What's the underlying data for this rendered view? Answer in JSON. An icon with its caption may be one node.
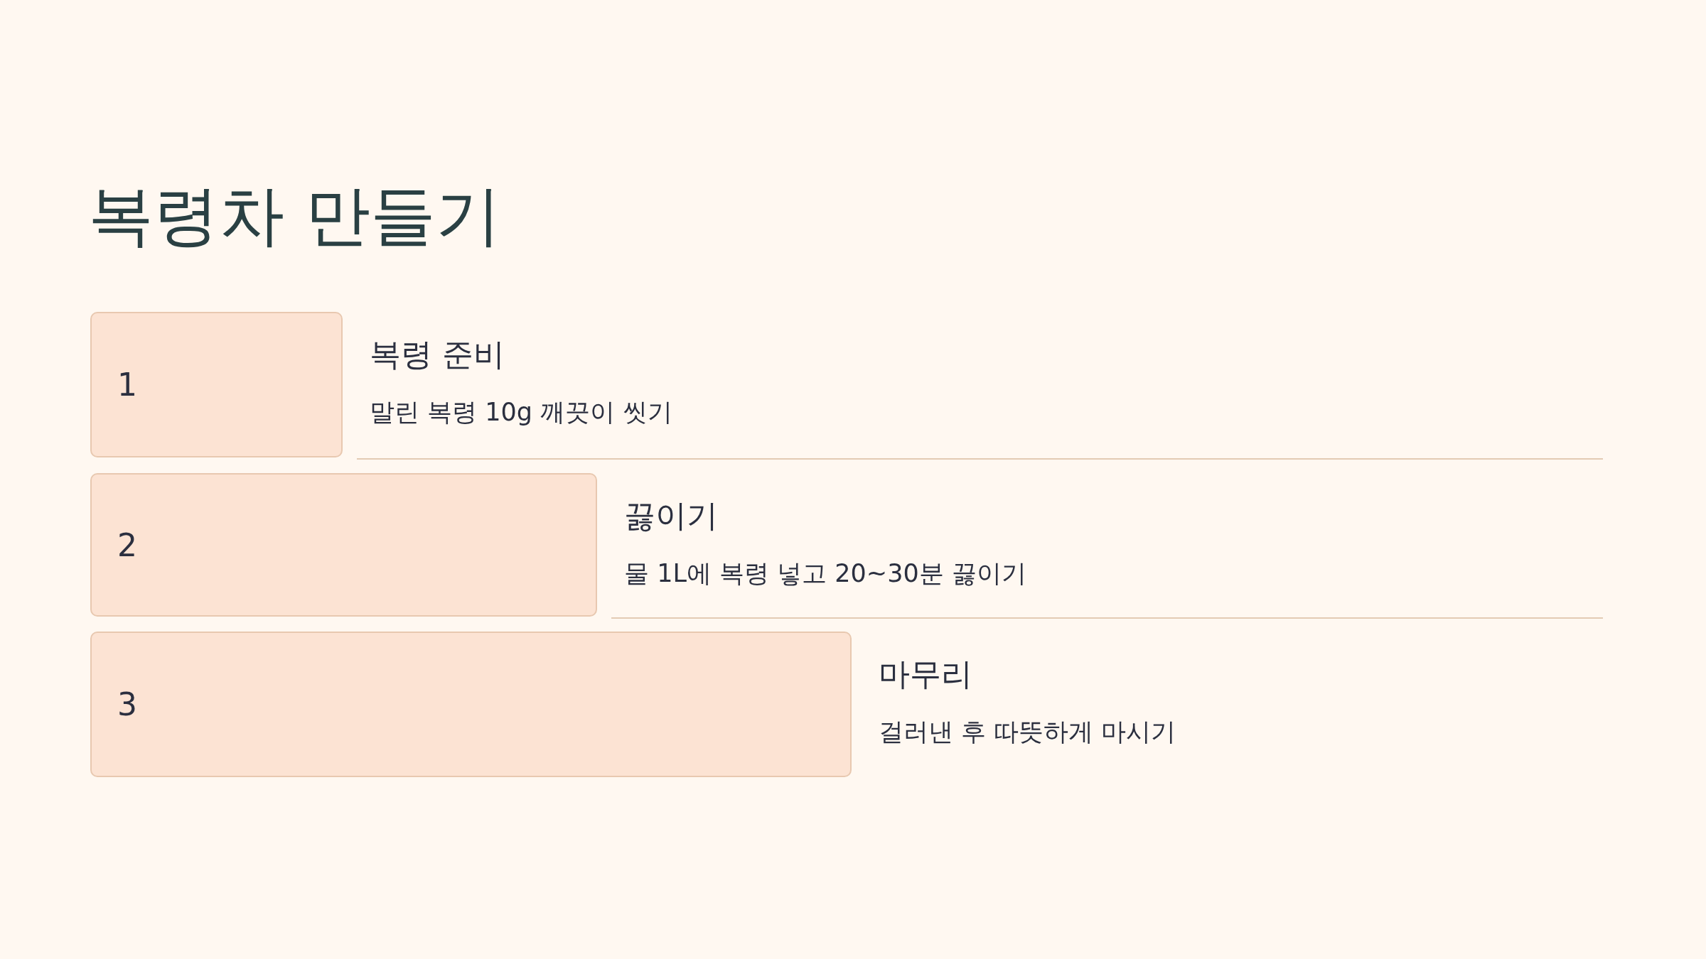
{
  "diagram": {
    "title": "복령차 만들기",
    "nodes": [
      {
        "text": [
          "1"
        ],
        "beside": [
          "복령 준비",
          "말린 복령 10g 깨끗이 씻기"
        ]
      },
      {
        "text": [
          "2"
        ],
        "beside": [
          "끓이기",
          "물 1L에 복령 넣고 20~30분 끓이기"
        ]
      },
      {
        "text": [
          "3"
        ],
        "beside": [
          "마무리",
          "걸러낸 후 따뜻하게 마시기"
        ]
      }
    ]
  }
}
